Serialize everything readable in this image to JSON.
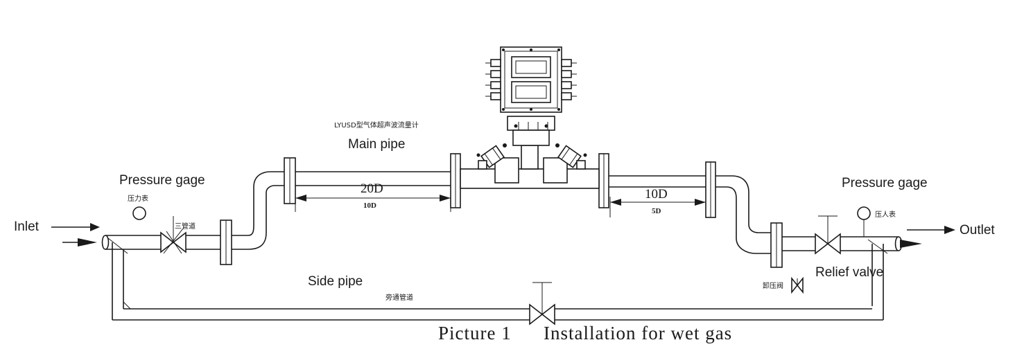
{
  "labels": {
    "inlet": "Inlet",
    "outlet": "Outlet",
    "pressure_gage_left": "Pressure gage",
    "pressure_gage_right": "Pressure gage",
    "pressure_gauge_cn_left": "压力表",
    "pressure_gauge_cn_right": "压人表",
    "three_way_cn": "三管道",
    "meter_model_cn": "LYUSD型气体超声波流量计",
    "main_pipe": "Main pipe",
    "side_pipe": "Side pipe",
    "side_pipe_cn": "旁通管道",
    "relief_valve": "Relief valve",
    "relief_valve_cn": "卸压阀"
  },
  "dimensions": {
    "upstream_main": "20D",
    "upstream_sub": "10D",
    "downstream_main": "10D",
    "downstream_sub": "5D"
  },
  "caption": {
    "picture": "Picture 1",
    "title": "Installation for wet gas"
  }
}
